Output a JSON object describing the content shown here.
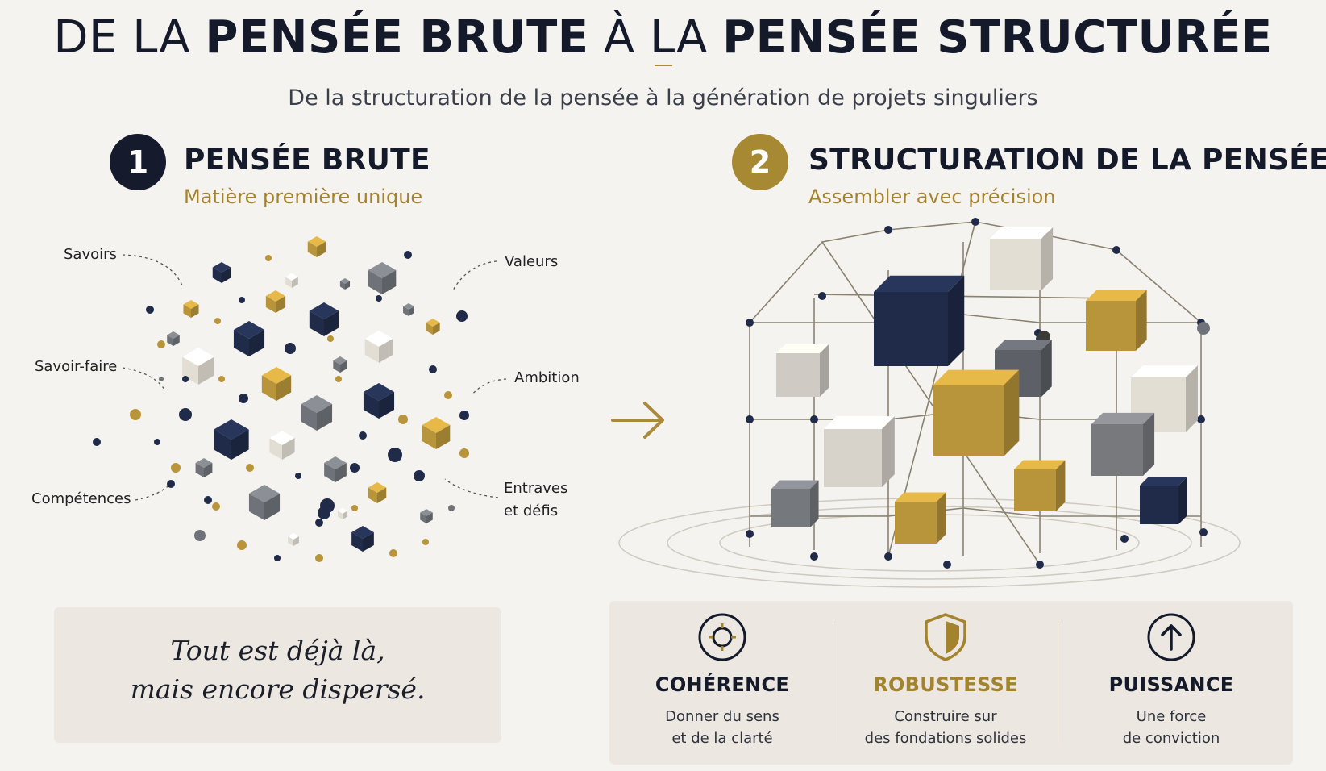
{
  "header": {
    "title_part1": "DE LA ",
    "title_part2": "PENSÉE BRUTE",
    "title_part3": " À LA ",
    "title_part4": "PENSÉE STRUCTURÉE",
    "subtitle": "De la structuration de la pensée à la génération de projets singuliers"
  },
  "step1": {
    "number": "1",
    "title": "PENSÉE BRUTE",
    "subtitle": "Matière première unique",
    "circle_color": "#151b2c",
    "labels": {
      "savoirs": "Savoirs",
      "savoir_faire": "Savoir-faire",
      "competences": "Compétences",
      "valeurs": "Valeurs",
      "ambition": "Ambition",
      "entraves_line1": "Entraves",
      "entraves_line2": "et défis"
    }
  },
  "step2": {
    "number": "2",
    "title": "STRUCTURATION DE LA PENSÉE",
    "subtitle": "Assembler avec précision",
    "circle_color": "#a68932"
  },
  "quote": {
    "line1": "Tout est déjà là,",
    "line2": "mais encore dispersé."
  },
  "values": [
    {
      "icon": "target-icon",
      "title": "COHÉRENCE",
      "line1": "Donner du sens",
      "line2": "et de la clarté",
      "color": "#141a2a"
    },
    {
      "icon": "shield-icon",
      "title": "ROBUSTESSE",
      "line1": "Construire sur",
      "line2": "des fondations solides",
      "color": "#a4832f"
    },
    {
      "icon": "arrow-up-icon",
      "title": "PUISSANCE",
      "line1": "Une force",
      "line2": "de conviction",
      "color": "#141a2a"
    }
  ],
  "colors": {
    "navy": "#1f2b48",
    "gold": "#b8943a",
    "grey": "#6f7278",
    "stone": "#e3ded4"
  }
}
